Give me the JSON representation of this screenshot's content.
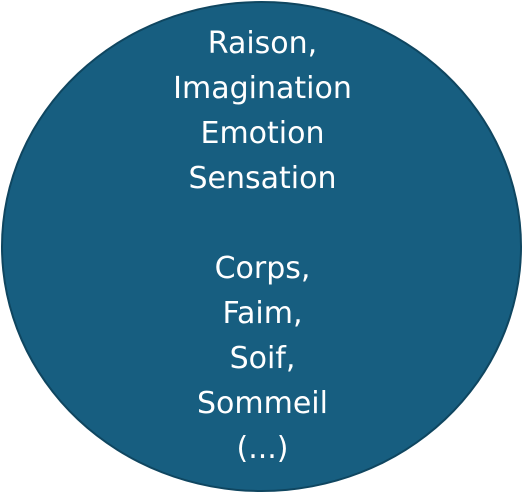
{
  "diagram": {
    "fill_color": "#175e80",
    "border_color": "#0f4660",
    "text_color": "#ffffff",
    "mind_lines": [
      "Raison,",
      "Imagination",
      "Emotion",
      "Sensation"
    ],
    "body_lines": [
      "Corps,",
      "Faim,",
      "Soif,",
      "Sommeil",
      "(...)"
    ]
  }
}
